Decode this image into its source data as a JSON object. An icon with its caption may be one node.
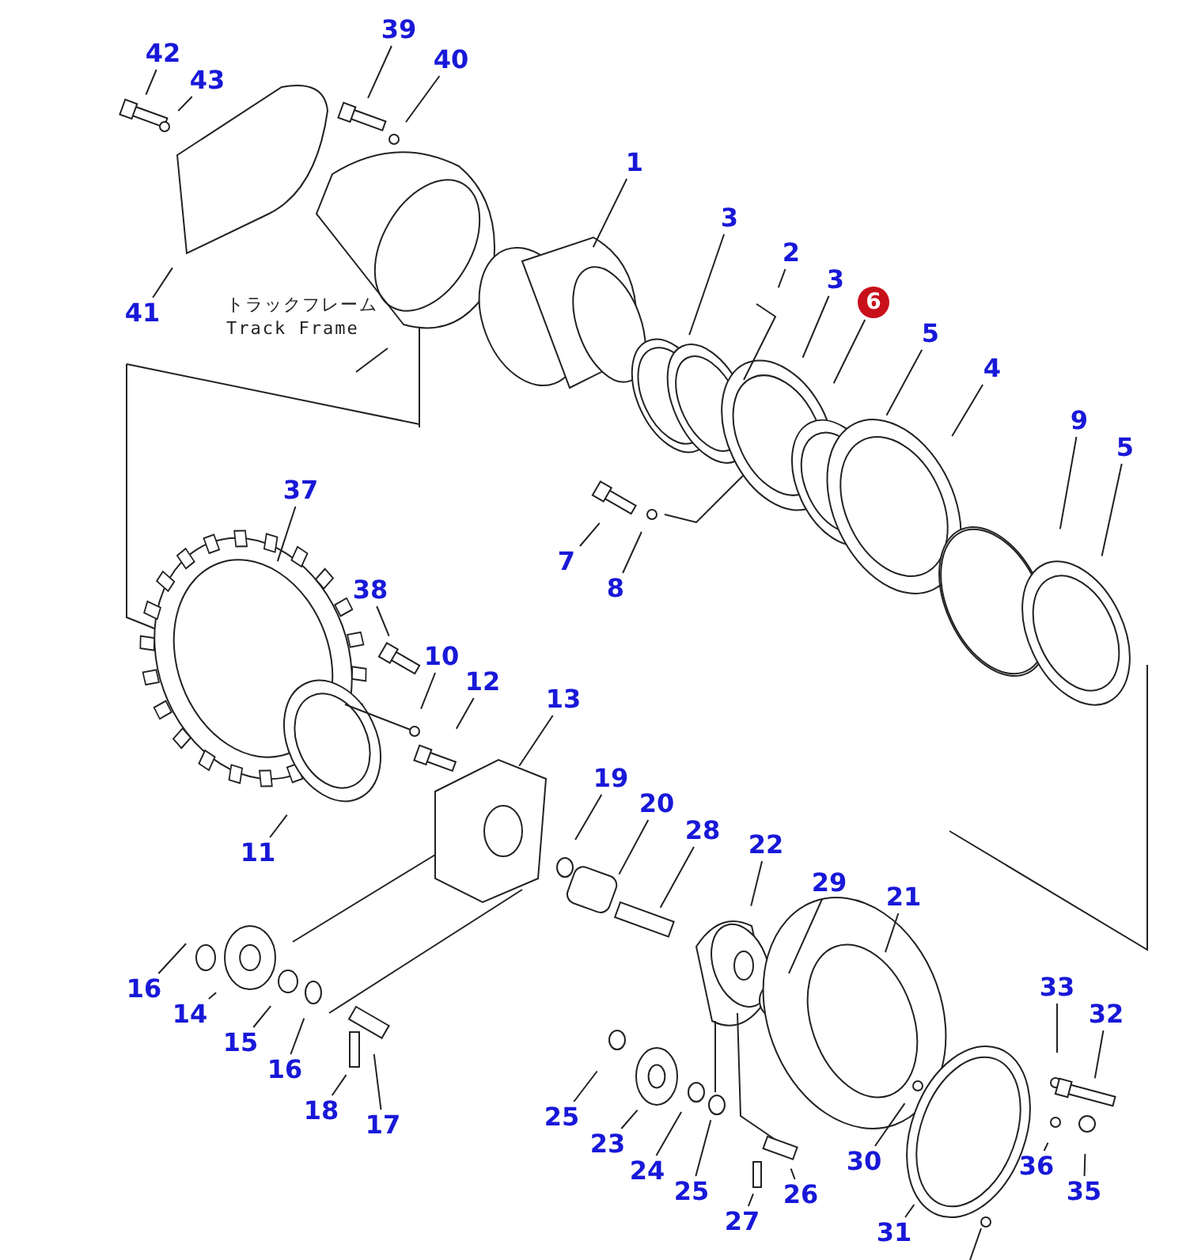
{
  "diagram": {
    "nodes": [
      {
        "text": [
          "39"
        ]
      },
      {
        "text": [
          "42"
        ]
      },
      {
        "text": [
          "40"
        ]
      },
      {
        "text": [
          "43"
        ]
      },
      {
        "text": [
          "1"
        ]
      },
      {
        "text": [
          "3"
        ]
      },
      {
        "text": [
          "2"
        ]
      },
      {
        "text": [
          "3"
        ]
      },
      {
        "text": [
          "6"
        ]
      },
      {
        "text": [
          "5"
        ]
      },
      {
        "text": [
          "41"
        ]
      },
      {
        "text": [
          "4"
        ]
      },
      {
        "text": [
          "9"
        ]
      },
      {
        "text": [
          "5"
        ]
      },
      {
        "text": [
          "37"
        ]
      },
      {
        "text": [
          "7"
        ]
      },
      {
        "text": [
          "8"
        ]
      },
      {
        "text": [
          "38"
        ]
      },
      {
        "text": [
          "10"
        ]
      },
      {
        "text": [
          "12"
        ]
      },
      {
        "text": [
          "13"
        ]
      },
      {
        "text": [
          "19"
        ]
      },
      {
        "text": [
          "20"
        ]
      },
      {
        "text": [
          "28"
        ]
      },
      {
        "text": [
          "22"
        ]
      },
      {
        "text": [
          "11"
        ]
      },
      {
        "text": [
          "29"
        ]
      },
      {
        "text": [
          "21"
        ]
      },
      {
        "text": [
          "16"
        ]
      },
      {
        "text": [
          "33"
        ]
      },
      {
        "text": [
          "14"
        ]
      },
      {
        "text": [
          "32"
        ]
      },
      {
        "text": [
          "15"
        ]
      },
      {
        "text": [
          "16"
        ]
      },
      {
        "text": [
          "18"
        ]
      },
      {
        "text": [
          "25"
        ]
      },
      {
        "text": [
          "17"
        ]
      },
      {
        "text": [
          "23"
        ]
      },
      {
        "text": [
          "30"
        ]
      },
      {
        "text": [
          "36"
        ]
      },
      {
        "text": [
          "24"
        ]
      },
      {
        "text": [
          "25"
        ]
      },
      {
        "text": [
          "35"
        ]
      },
      {
        "text": [
          "26"
        ]
      },
      {
        "text": [
          "27"
        ]
      },
      {
        "text": [
          "31"
        ]
      }
    ],
    "edges": [
      {
        "from": 0,
        "to": null,
        "arrow": "none"
      },
      {
        "from": 1,
        "to": null,
        "arrow": "none"
      },
      {
        "from": 2,
        "to": null,
        "arrow": "none"
      },
      {
        "from": 3,
        "to": null,
        "arrow": "none"
      },
      {
        "from": 4,
        "to": null,
        "arrow": "none"
      },
      {
        "from": 5,
        "to": null,
        "arrow": "none"
      },
      {
        "from": 6,
        "to": null,
        "arrow": "none"
      },
      {
        "from": 7,
        "to": null,
        "arrow": "none"
      },
      {
        "from": 8,
        "to": null,
        "arrow": "none"
      },
      {
        "from": 9,
        "to": null,
        "arrow": "none"
      },
      {
        "from": 10,
        "to": null,
        "arrow": "none"
      },
      {
        "from": 11,
        "to": null,
        "arrow": "none"
      },
      {
        "from": 12,
        "to": null,
        "arrow": "none"
      },
      {
        "from": 13,
        "to": null,
        "arrow": "none"
      },
      {
        "from": 14,
        "to": null,
        "arrow": "none"
      },
      {
        "from": 15,
        "to": null,
        "arrow": "none"
      },
      {
        "from": 16,
        "to": null,
        "arrow": "none"
      },
      {
        "from": 17,
        "to": null,
        "arrow": "none"
      },
      {
        "from": 18,
        "to": null,
        "arrow": "none"
      },
      {
        "from": 19,
        "to": null,
        "arrow": "none"
      },
      {
        "from": 20,
        "to": null,
        "arrow": "none"
      },
      {
        "from": 21,
        "to": null,
        "arrow": "none"
      },
      {
        "from": 22,
        "to": null,
        "arrow": "none"
      },
      {
        "from": 23,
        "to": null,
        "arrow": "none"
      },
      {
        "from": 24,
        "to": null,
        "arrow": "none"
      },
      {
        "from": 25,
        "to": null,
        "arrow": "none"
      },
      {
        "from": 26,
        "to": null,
        "arrow": "none"
      },
      {
        "from": 27,
        "to": null,
        "arrow": "none"
      },
      {
        "from": 28,
        "to": null,
        "arrow": "none"
      },
      {
        "from": 29,
        "to": null,
        "arrow": "none"
      },
      {
        "from": 30,
        "to": null,
        "arrow": "none"
      },
      {
        "from": 31,
        "to": null,
        "arrow": "none"
      },
      {
        "from": 32,
        "to": null,
        "arrow": "none"
      },
      {
        "from": 33,
        "to": null,
        "arrow": "none"
      },
      {
        "from": 34,
        "to": null,
        "arrow": "none"
      },
      {
        "from": 35,
        "to": null,
        "arrow": "none"
      },
      {
        "from": 36,
        "to": null,
        "arrow": "none"
      },
      {
        "from": 37,
        "to": null,
        "arrow": "none"
      },
      {
        "from": 38,
        "to": null,
        "arrow": "none"
      },
      {
        "from": 39,
        "to": null,
        "arrow": "none"
      },
      {
        "from": 40,
        "to": null,
        "arrow": "none"
      },
      {
        "from": 41,
        "to": null,
        "arrow": "none"
      },
      {
        "from": 42,
        "to": null,
        "arrow": "none"
      },
      {
        "from": 43,
        "to": null,
        "arrow": "none"
      },
      {
        "from": 44,
        "to": null,
        "arrow": "none"
      },
      {
        "from": 45,
        "to": null,
        "arrow": "none"
      }
    ],
    "labels": [
      "トラックフレーム",
      "Track Frame"
    ]
  }
}
